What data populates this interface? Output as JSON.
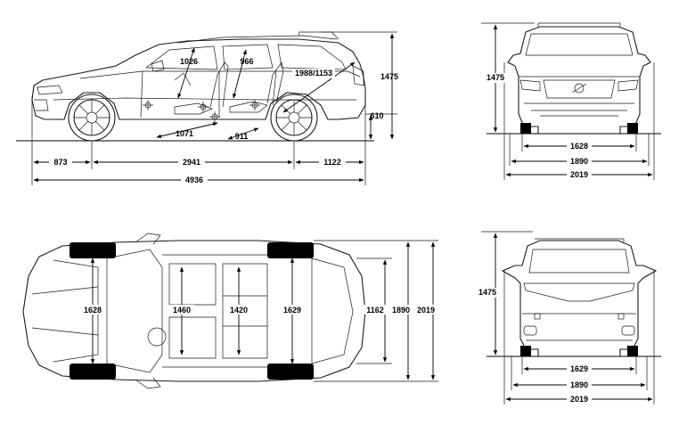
{
  "side": {
    "front_overhang": "873",
    "wheelbase": "2941",
    "rear_overhang": "1122",
    "length": "4936",
    "height": "1475",
    "loading_height": "610",
    "front_legroom": "1026",
    "rear_legroom": "966",
    "cargo_length": "1988/1153",
    "front_hip": "1071",
    "rear_hip": "911"
  },
  "front": {
    "height": "1475",
    "track": "1628",
    "width": "1890",
    "width_mirrors": "2019"
  },
  "top": {
    "front_track": "1628",
    "front_shoulder": "1460",
    "rear_shoulder": "1420",
    "rear_track": "1629",
    "cargo_width": "1162",
    "width": "1890",
    "width_mirrors": "2019"
  },
  "rear": {
    "height": "1475",
    "track": "1629",
    "width": "1890",
    "width_mirrors": "2019"
  }
}
